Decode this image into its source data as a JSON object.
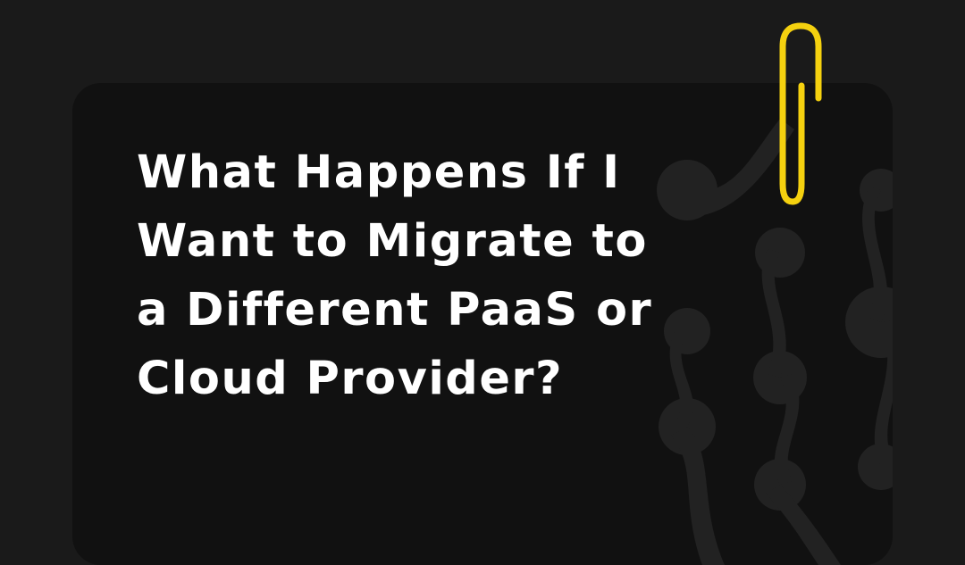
{
  "headline": {
    "lines": [
      "What Happens If I",
      "Want to Migrate to",
      "a Different PaaS or",
      "Cloud Provider?"
    ]
  },
  "colors": {
    "background": "#1a1a1a",
    "card": "#111111",
    "text": "#ffffff",
    "accent": "#f5d10f",
    "decor": "#232323"
  },
  "icons": {
    "paperclip": "paperclip-icon",
    "decor": "molecule-pattern"
  }
}
